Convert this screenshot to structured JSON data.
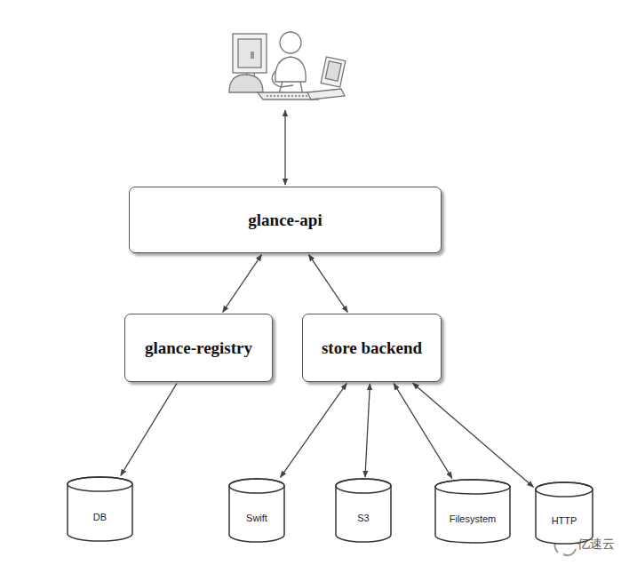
{
  "diagram": {
    "nodes": [
      {
        "text": [
          "glance-api"
        ]
      },
      {
        "text": [
          "glance-registry"
        ]
      },
      {
        "text": [
          "store backend"
        ]
      },
      {
        "text": [
          "DB"
        ]
      },
      {
        "text": [
          "Swift"
        ]
      },
      {
        "text": [
          "S3"
        ]
      },
      {
        "text": [
          "Filesystem"
        ]
      },
      {
        "text": [
          "HTTP"
        ]
      }
    ],
    "edges": [
      {
        "from": 0,
        "to": 1,
        "arrow": "both"
      },
      {
        "from": 0,
        "to": 2,
        "arrow": "both"
      },
      {
        "from": 1,
        "to": 3,
        "arrow": "to"
      },
      {
        "from": 2,
        "to": 4,
        "arrow": "both"
      },
      {
        "from": 2,
        "to": 5,
        "arrow": "both"
      },
      {
        "from": 2,
        "to": 6,
        "arrow": "both"
      },
      {
        "from": 2,
        "to": 7,
        "arrow": "both"
      }
    ],
    "labels": [
      "亿速云"
    ]
  }
}
